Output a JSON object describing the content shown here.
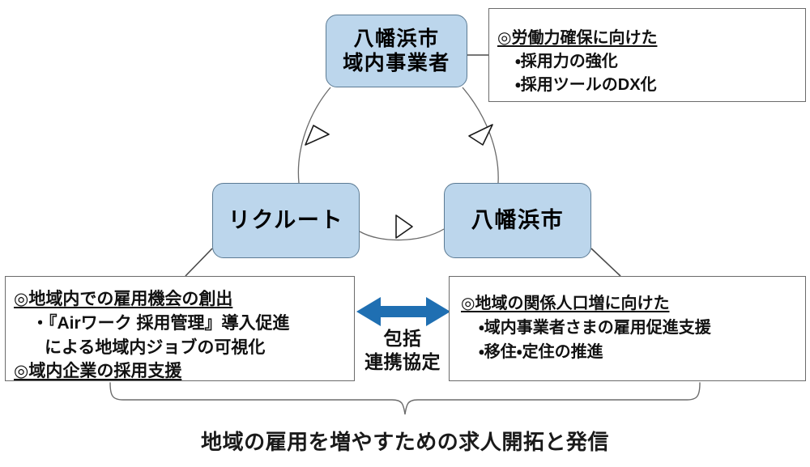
{
  "diagram": {
    "title_caption": "地域の雇用を増やすための求人開拓と発信",
    "accent_blue_box": "#bcd6ec",
    "accent_arrow_blue": "#1f6fb2",
    "line_gray": "#6b6b6b"
  },
  "nodes": {
    "businesses": {
      "line1": "八幡浜市",
      "line2": "域内事業者"
    },
    "recruit": {
      "line1": "リクルート"
    },
    "city": {
      "line1": "八幡浜市"
    }
  },
  "details": {
    "businesses": {
      "heading": "◎労働力確保に向けた",
      "bullets": [
        "・採用力の強化",
        "・採用ツールのDX化"
      ]
    },
    "recruit": {
      "heading1": "◎地域内での雇用機会の創出",
      "bullet1": "・『Airワーク 採用管理』導入促進",
      "bullet1_cont": "による地域内ジョブの可視化",
      "heading2": "◎域内企業の採用支援"
    },
    "city": {
      "heading": "◎地域の関係人口増に向けた",
      "bullets": [
        "・域内事業者さまの雇用促進支援",
        "・移住・定住の推進"
      ]
    }
  },
  "agreement": {
    "line1": "包括",
    "line2": "連携協定",
    "arrow": "double-headed-horizontal-arrow"
  },
  "flow": {
    "cycle_arrows": [
      "recruit-to-businesses",
      "businesses-to-city",
      "recruit-to-city"
    ]
  }
}
